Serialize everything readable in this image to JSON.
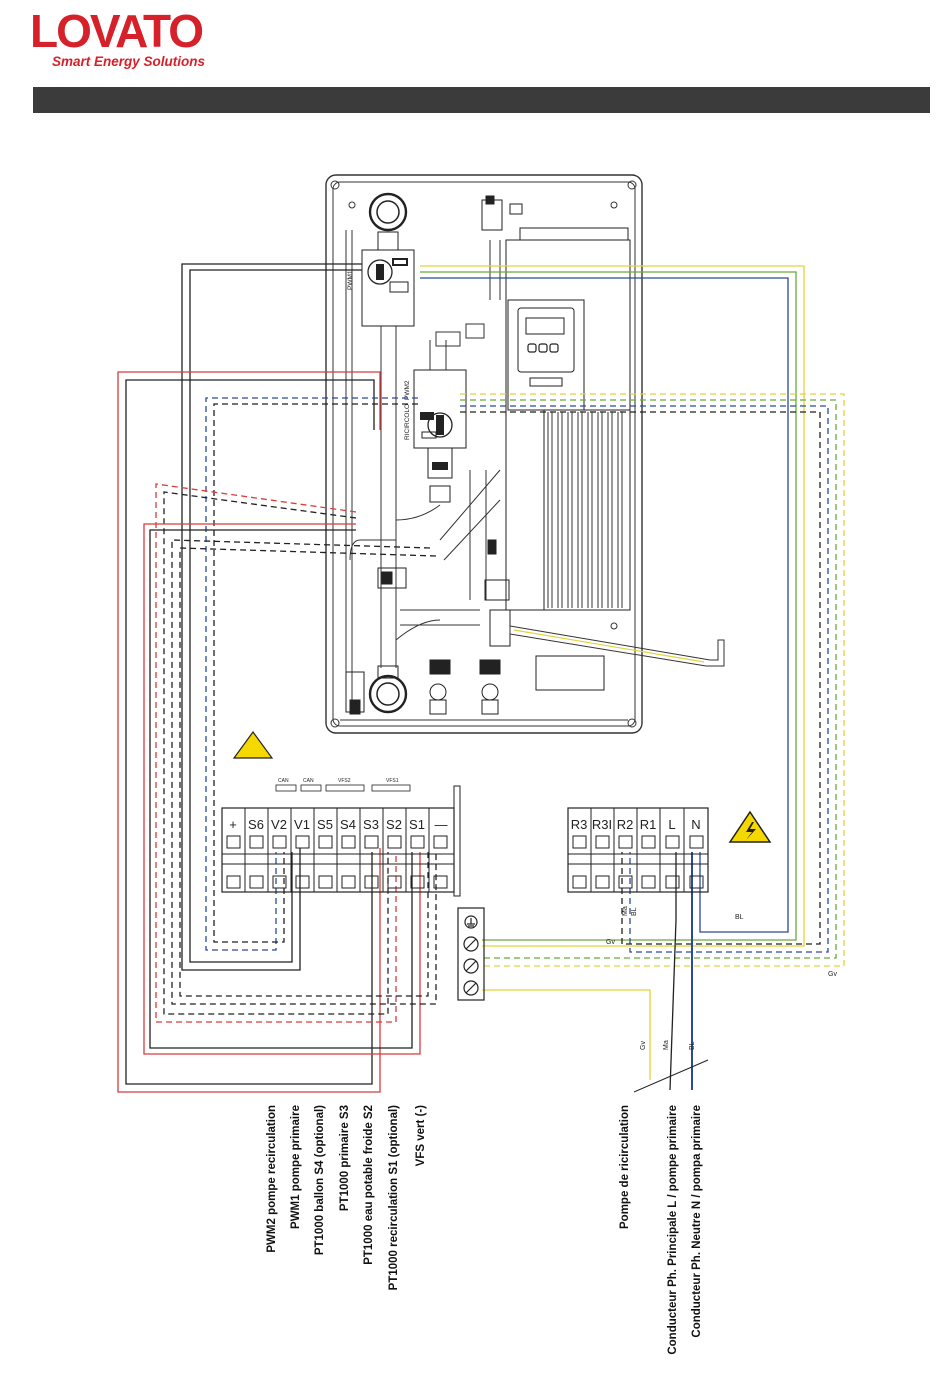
{
  "brand": {
    "name": "LOVATO",
    "tagline": "Smart Energy Solutions",
    "color": "#d7212a"
  },
  "header_bar_color": "#3b3b3b",
  "wire_colors": {
    "red": "#d93b3b",
    "black": "#222222",
    "blue": "#2a4a9a",
    "yellow": "#e4d33a",
    "green": "#6aaa3a",
    "brown": "#7a4a2a"
  },
  "unit": {
    "pump1_label": "PWM1",
    "pump2_label": "PWM2",
    "pump2_name": "RICIRCOLO"
  },
  "lv_terminal": {
    "jumpers": [
      "CAN",
      "CAN",
      "VFS2",
      "VFS1"
    ],
    "labels": [
      "+",
      "S6",
      "V2",
      "V1",
      "S5",
      "S4",
      "S3",
      "S2",
      "S1",
      "—"
    ]
  },
  "hv_terminal": {
    "labels": [
      "R3",
      "R3I",
      "R2",
      "R1",
      "L",
      "N"
    ]
  },
  "wire_labels": {
    "gv": "Gv",
    "ma": "Ma",
    "bl": "BL"
  },
  "legend_left": [
    "PWM2 pompe recirculation",
    "PWM1 pompe primaire",
    "PT1000 ballon S4 (optional)",
    "PT1000 primaire S3",
    "PT1000 eau potable froide S2",
    "PT1000 recirculation S1 (optional)",
    "VFS vert (-)"
  ],
  "legend_right": [
    "Pompe de ricirculation",
    "Conducteur Ph. Principale L / pompe primaire",
    "Conducteur Ph. Neutre N / pompa primaire"
  ]
}
